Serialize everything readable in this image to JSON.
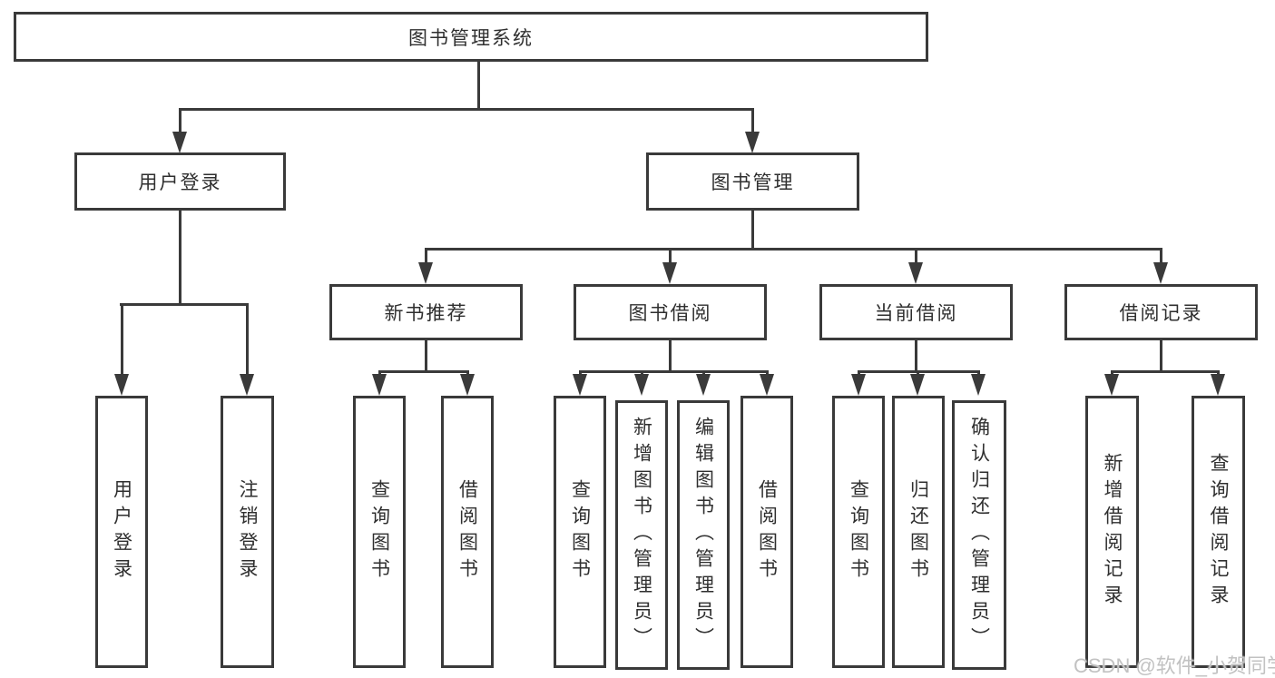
{
  "diagram": {
    "root": {
      "label": "图书管理系统"
    },
    "level2": [
      {
        "label": "用户登录"
      },
      {
        "label": "图书管理"
      }
    ],
    "level3": [
      {
        "label": "新书推荐"
      },
      {
        "label": "图书借阅"
      },
      {
        "label": "当前借阅"
      },
      {
        "label": "借阅记录"
      }
    ],
    "leaves": {
      "user_login": [
        "用户登录",
        "注销登录"
      ],
      "new_book_recommend": [
        "查询图书",
        "借阅图书"
      ],
      "book_borrow": [
        "查询图书",
        "新增图书（管理员）",
        "编辑图书（管理员）",
        "借阅图书"
      ],
      "current_borrow": [
        "查询图书",
        "归还图书",
        "确认归还（管理员）"
      ],
      "borrow_records": [
        "新增借阅记录",
        "查询借阅记录"
      ]
    },
    "colors": {
      "line": "#3a3a3a",
      "text": "#2f2f2f",
      "background": "#ffffff",
      "watermark": "#c2c2c2"
    },
    "watermark": "CSDN @软件_小贺同学"
  }
}
